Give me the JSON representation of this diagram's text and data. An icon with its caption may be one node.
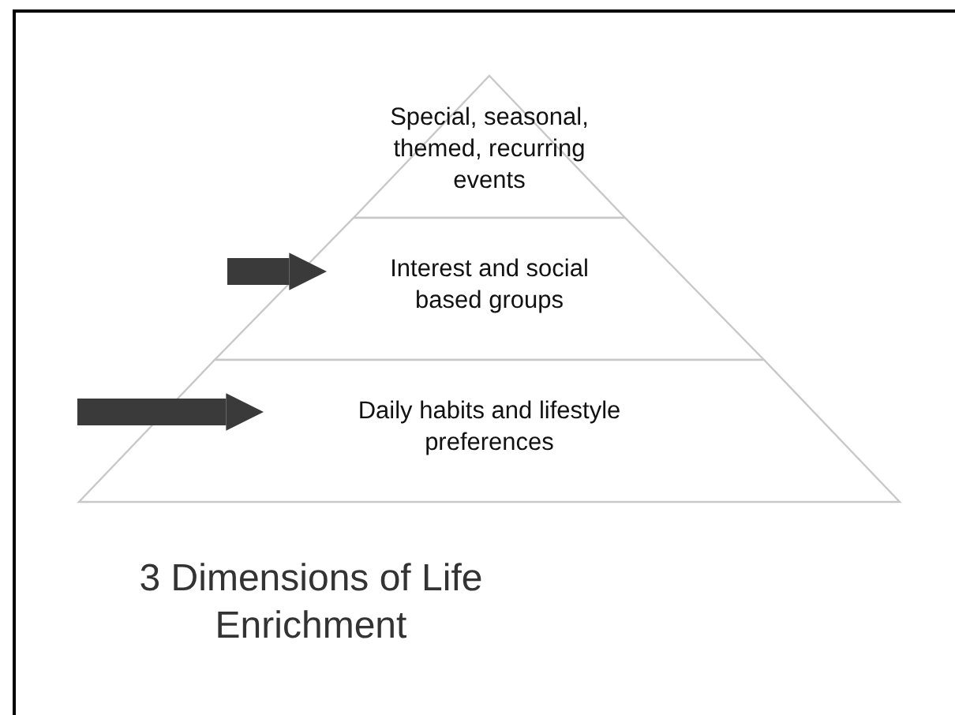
{
  "diagram": {
    "title": "3 Dimensions of Life Enrichment",
    "nodes": [
      {
        "text": [
          "Special, seasonal, themed, recurring events"
        ]
      },
      {
        "text": [
          "Interest and social based groups"
        ]
      },
      {
        "text": [
          "Daily habits and lifestyle preferences"
        ]
      }
    ],
    "edges": [
      {
        "from": null,
        "to": 1,
        "arrow": "to"
      },
      {
        "from": null,
        "to": 2,
        "arrow": "to"
      }
    ]
  }
}
